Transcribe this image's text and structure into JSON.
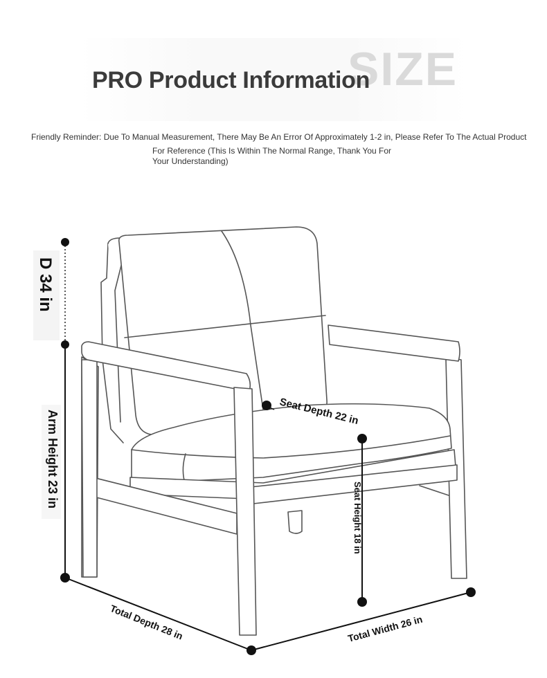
{
  "header": {
    "title": "PRO Product Information",
    "background_word": "SIZE"
  },
  "reminder": {
    "line1": "Friendly Reminder: Due To Manual Measurement, There May Be An Error Of Approximately 1-2 in, Please Refer To The Actual Product",
    "line2": "For Reference (This Is Within The Normal Range, Thank You For",
    "line3": "Your Understanding)"
  },
  "dimensions": {
    "total_height": "D 34 in",
    "arm_height": "Arm Height 23 in",
    "seat_depth": "Seat Depth 22 in",
    "seat_height": "Seat Height 18 in",
    "total_depth": "Total Depth 28 in",
    "total_width": "Total Width 26 in"
  },
  "colors": {
    "outline": "#555555",
    "dimension_line": "#111111",
    "title_text": "#3b3b3b",
    "background_word": "#dadada"
  }
}
